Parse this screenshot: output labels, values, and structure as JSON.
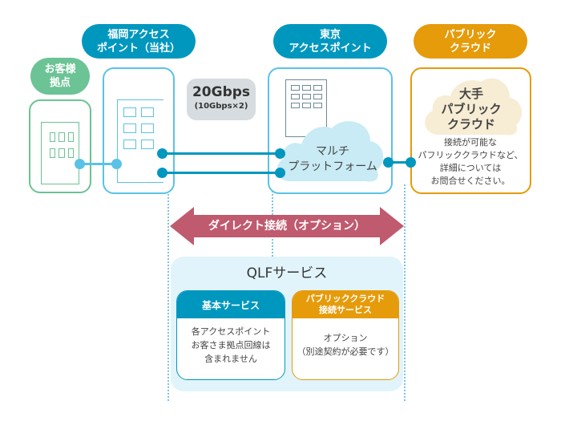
{
  "labels": {
    "customer_site": [
      "お客様",
      "拠点"
    ],
    "fukuoka_ap": [
      "福岡アクセス",
      "ポイント（当社）"
    ],
    "tokyo_ap": [
      "東京",
      "アクセスポイント"
    ],
    "public_cloud": [
      "パブリック",
      "クラウド"
    ]
  },
  "bandwidth": {
    "main": "20Gbps",
    "sub": "(10Gbps×2)"
  },
  "multi_platform": [
    "マルチ",
    "プラットフォーム"
  ],
  "major_cloud": [
    "大手",
    "パブリック",
    "クラウド"
  ],
  "cloud_note": [
    "接続が可能な",
    "パフリッククラウドなど、",
    "詳細については",
    "お問合せください。"
  ],
  "direct_connect": "ダイレクト接続（オプション）",
  "qlf": {
    "title": "QLFサービス",
    "basic": {
      "header": "基本サービス",
      "body": [
        "各アクセスポイント",
        "お客さま拠点回線は",
        "含まれません"
      ]
    },
    "cloud_service": {
      "header": [
        "パブリッククラウド",
        "接続サービス"
      ],
      "body": [
        "オプション",
        "（別途契約が必要です）"
      ]
    }
  },
  "colors": {
    "blue": "#0097bf",
    "light_blue": "#5bc2e7",
    "green": "#6cc395",
    "orange": "#e59b0a",
    "arrow": "#c05a6e",
    "gray": "#d6dcdf",
    "cloud_blue": "#c8ebf5",
    "cloud_cream": "#f7ecd4",
    "panel": "#e2f4fb"
  }
}
